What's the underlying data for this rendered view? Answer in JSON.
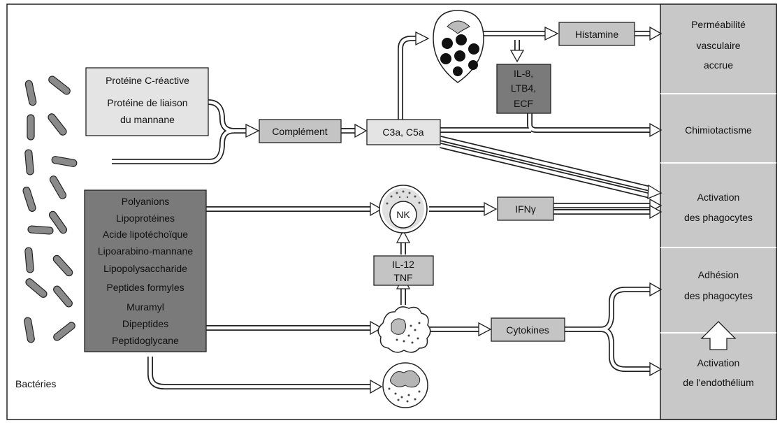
{
  "bacteria_label": "Bactéries",
  "boxes": {
    "proteins": [
      "Protéine C-réactive",
      "Protéine de liaison",
      "du mannane"
    ],
    "complement": "Complément",
    "c3a_c5a": "C3a, C5a",
    "histamine": "Histamine",
    "il8": [
      "IL-8,",
      "LTB4,",
      "ECF"
    ],
    "pamps": [
      "Polyanions",
      "Lipoprotéines",
      "Acide lipotéchoïque",
      "Lipoarabino-mannane",
      "Lipopolysaccharide",
      "Peptides formyles",
      "Muramyl",
      "Dipeptides",
      "Peptidoglycane"
    ],
    "nk": "NK",
    "ifn": "IFNγ",
    "il12": [
      "IL-12",
      "TNF"
    ],
    "cytokines": "Cytokines"
  },
  "outcomes": {
    "vascular": [
      "Perméabilité",
      "vasculaire",
      "accrue"
    ],
    "chemotaxis": [
      "Chimiotactisme"
    ],
    "phago_activation": [
      "Activation",
      "des phagocytes"
    ],
    "phago_adhesion": [
      "Adhésion",
      "des phagocytes"
    ],
    "endothelium": [
      "Activation",
      "de l'endothélium"
    ]
  },
  "colors": {
    "light_box": "#e4e4e4",
    "mid_box": "#c4c4c4",
    "dark_box": "#7a7a7a",
    "outcome_panel": "#c8c8c8",
    "bacteria": "#8a8a8a"
  }
}
